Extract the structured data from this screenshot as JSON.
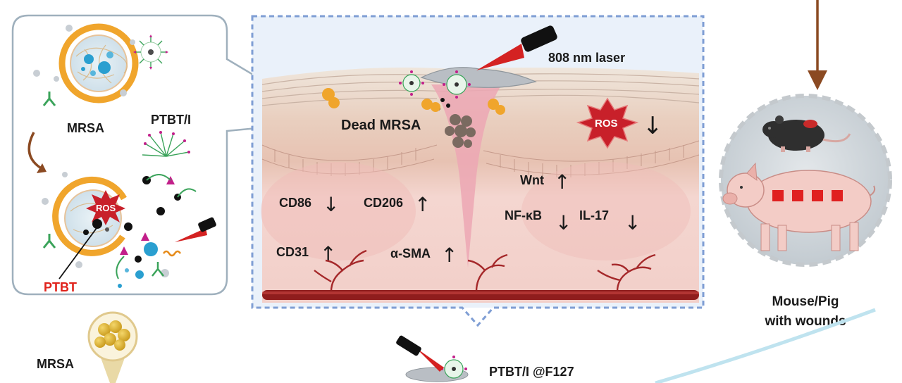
{
  "left_panel": {
    "mrsa_label": "MRSA",
    "ptbt_i_label": "PTBT/I",
    "ros_label": "ROS",
    "ptbt_label": "PTBT",
    "mrsa_bottom_label": "MRSA"
  },
  "center_panel": {
    "laser_label": "808 nm laser",
    "dead_mrsa_label": "Dead MRSA",
    "ros_label": "ROS",
    "markers": {
      "cd86": "CD86",
      "cd206": "CD206",
      "cd31": "CD31",
      "asma": "α-SMA",
      "wnt": "Wnt",
      "nfkb": "NF-κB",
      "il17": "IL-17"
    },
    "up_arrow": "↑",
    "down_arrow": "↓",
    "formulation_label": "PTBT/I @F127"
  },
  "right_panel": {
    "model_label_line1": "Mouse/Pig",
    "model_label_line2": "with wounds"
  },
  "colors": {
    "membrane_orange": "#f0a52c",
    "ros_red": "#c8202a",
    "skin_pink": "#f1cfc9",
    "vessel_red": "#8f1d1d",
    "frame_blue": "#7f9ed4",
    "brown_arrow": "#8b4a22"
  }
}
